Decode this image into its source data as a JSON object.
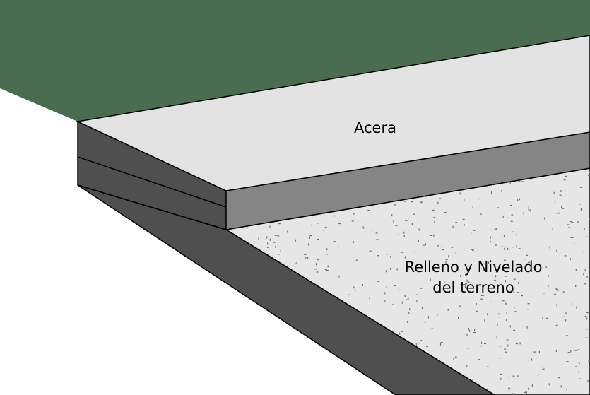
{
  "labels": {
    "acera": "Acera",
    "relleno_line1": "Relleno y Nivelado",
    "relleno_line2": "del terreno"
  },
  "colors": {
    "grass": "#4a6c51",
    "sidewalk_top": "#e3e3e3",
    "sidewalk_front": "#858585",
    "slab_side": "#4f4f4f",
    "fill_top": "#e6e6e6",
    "fill_speckle": "#6f6f6f",
    "outline": "#000000",
    "text": "#000000"
  }
}
